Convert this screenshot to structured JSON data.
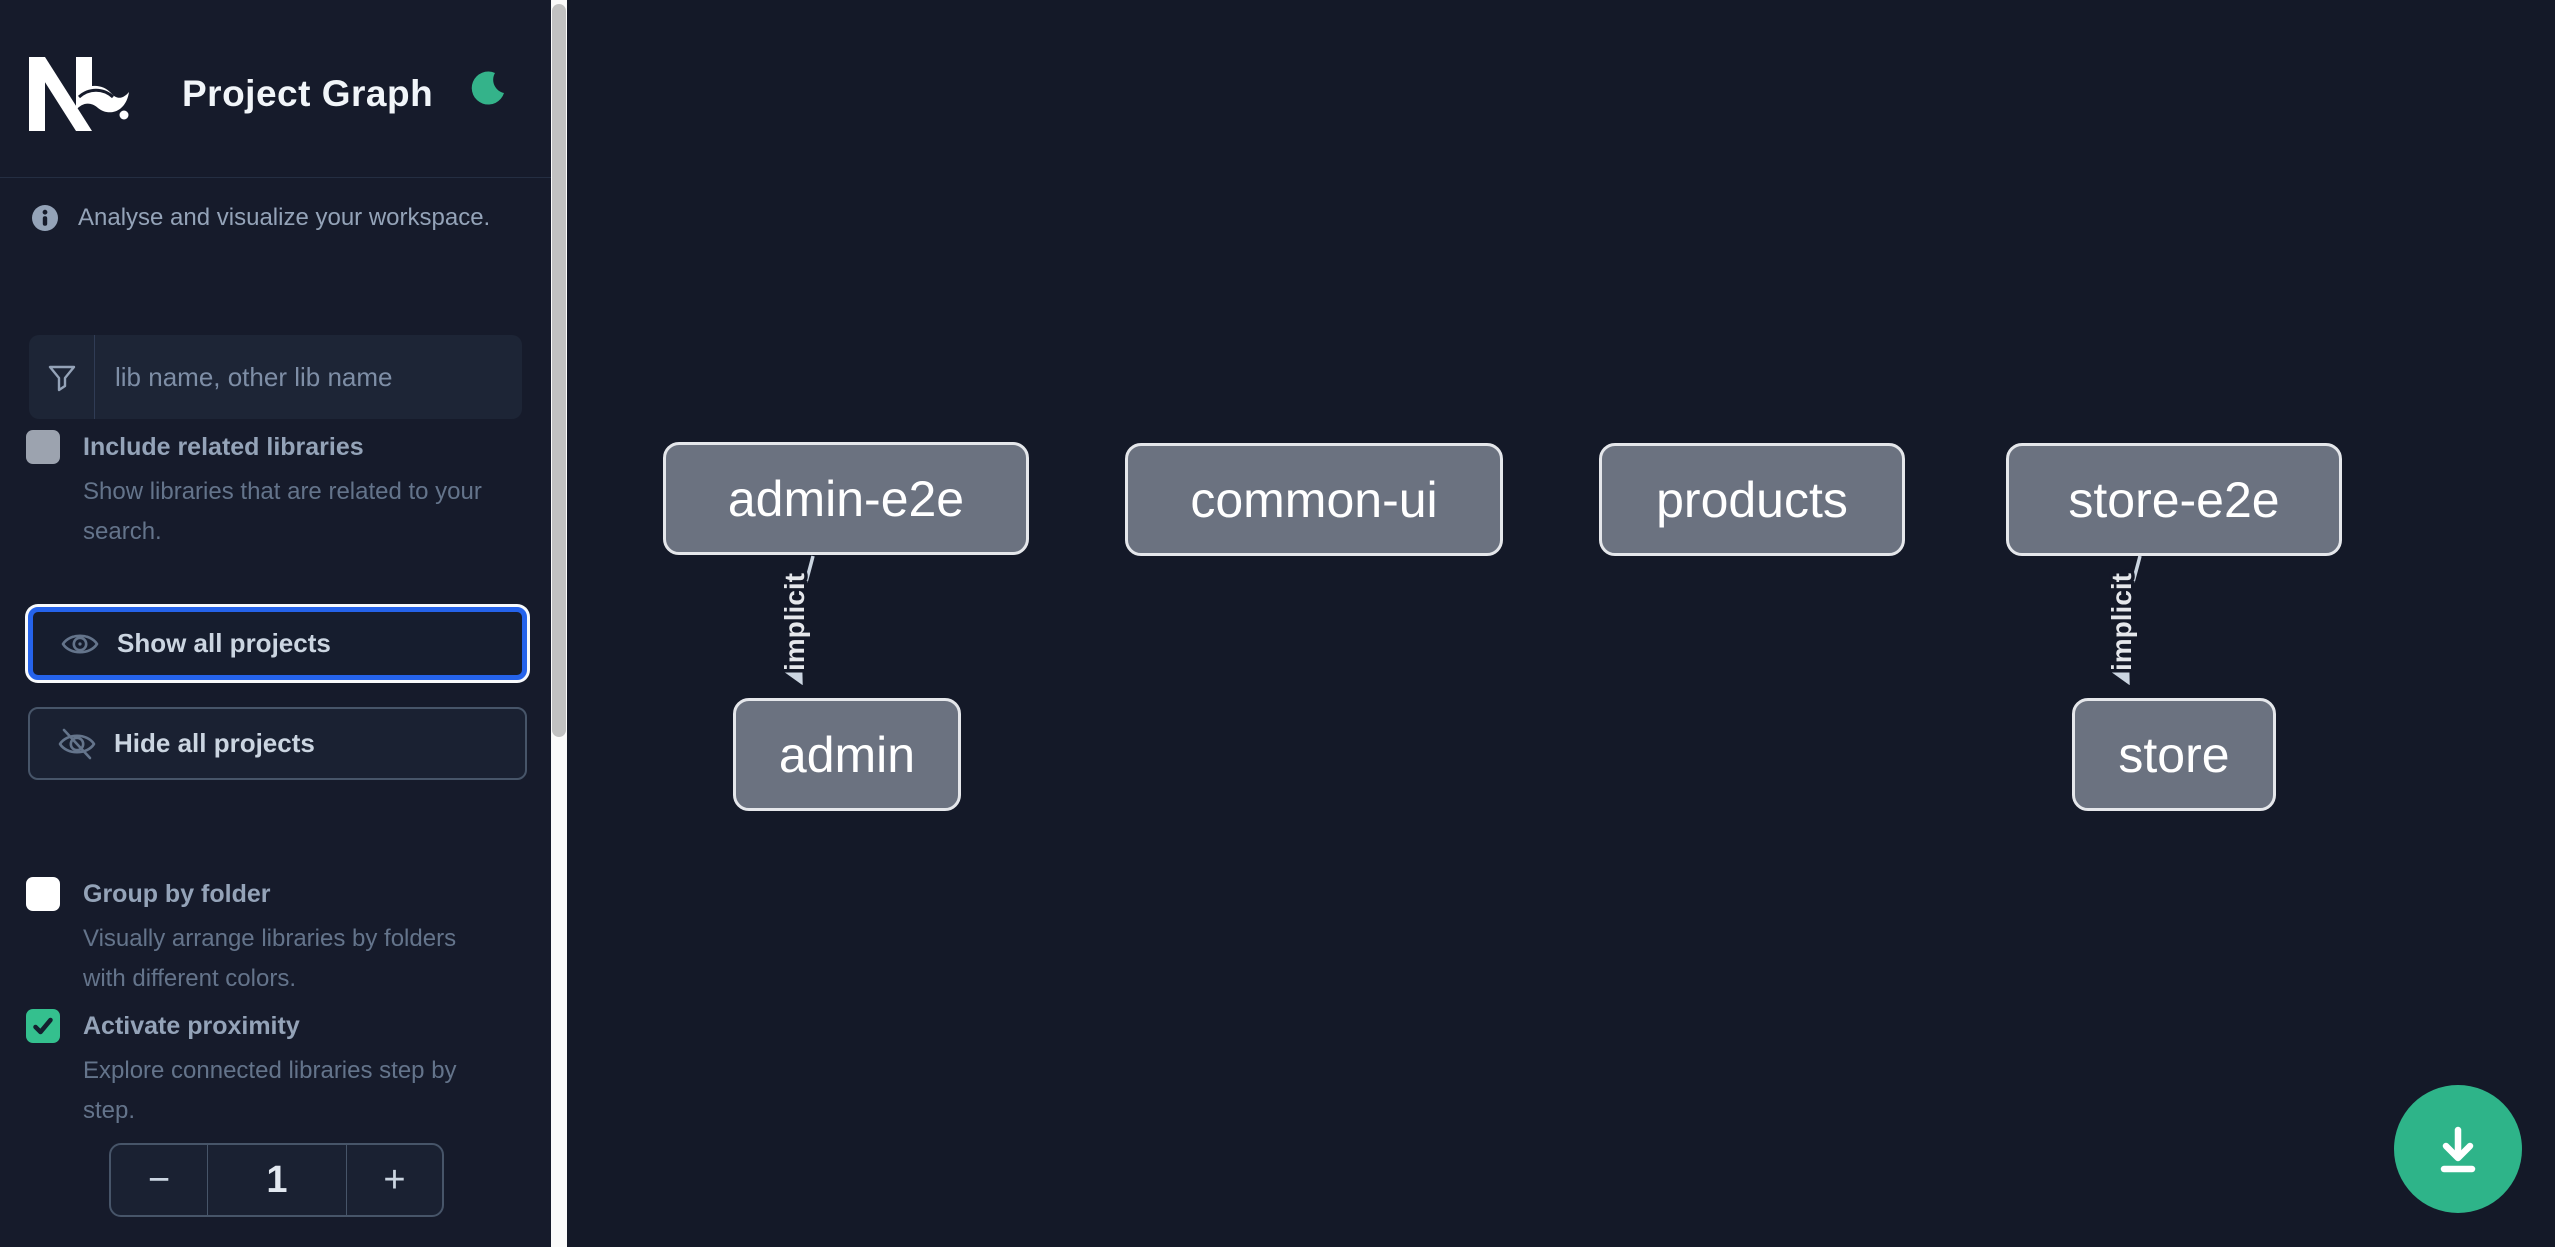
{
  "header": {
    "title": "Project Graph"
  },
  "intro": {
    "text": "Analyse and visualize your workspace."
  },
  "search": {
    "placeholder": "lib name, other lib name"
  },
  "options": {
    "include_related": {
      "label": "Include related libraries",
      "description": "Show libraries that are related to your search.",
      "checked": false
    },
    "group_by_folder": {
      "label": "Group by folder",
      "description": "Visually arrange libraries by folders with different colors.",
      "checked": false
    },
    "proximity": {
      "label": "Activate proximity",
      "description": "Explore connected libraries step by step.",
      "checked": true
    }
  },
  "buttons": {
    "show_all": {
      "label": "Show all projects"
    },
    "hide_all": {
      "label": "Hide all projects"
    }
  },
  "stepper": {
    "decrement_label": "−",
    "value": "1",
    "increment_label": "+"
  },
  "graph": {
    "nodes": [
      {
        "label": "admin-e2e"
      },
      {
        "label": "common-ui"
      },
      {
        "label": "products"
      },
      {
        "label": "store-e2e"
      },
      {
        "label": "admin"
      },
      {
        "label": "store"
      }
    ],
    "edges": [
      {
        "label": "implicit",
        "from": "admin-e2e",
        "to": "admin"
      },
      {
        "label": "implicit",
        "from": "store-e2e",
        "to": "store"
      }
    ]
  },
  "colors": {
    "accent_green": "#2eb489",
    "checkbox_green": "#34c08e",
    "focus_blue": "#2563eb",
    "node_fill": "#6b7280",
    "node_border": "#e5e7eb",
    "sidebar_bg": "#161b2b",
    "canvas_bg": "#141928"
  }
}
